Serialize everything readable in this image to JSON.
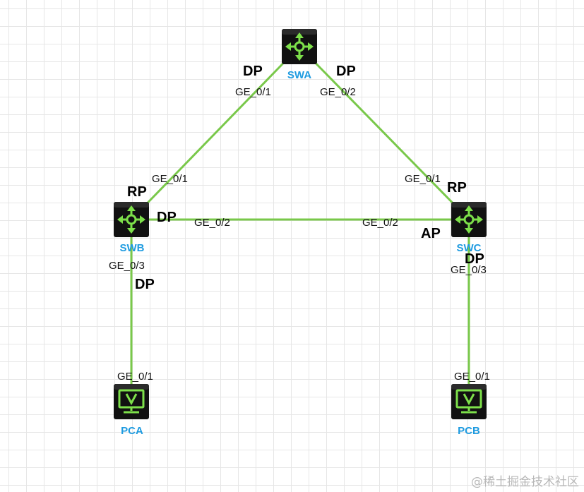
{
  "colors": {
    "link": "#79c84a",
    "device_name": "#1e9be0",
    "device_icon": "#7de04a",
    "device_body": "#111111"
  },
  "devices": {
    "swa": {
      "name": "SWA",
      "icon": "switch-icon"
    },
    "swb": {
      "name": "SWB",
      "icon": "switch-icon"
    },
    "swc": {
      "name": "SWC",
      "icon": "switch-icon"
    },
    "pca": {
      "name": "PCA",
      "icon": "pc-icon"
    },
    "pcb": {
      "name": "PCB",
      "icon": "pc-icon"
    }
  },
  "ports": {
    "swa_ge01": "GE_0/1",
    "swa_ge02": "GE_0/2",
    "swb_ge01": "GE_0/1",
    "swb_ge02": "GE_0/2",
    "swb_ge03": "GE_0/3",
    "swc_ge01": "GE_0/1",
    "swc_ge02": "GE_0/2",
    "swc_ge03": "GE_0/3",
    "pca_ge01": "GE_0/1",
    "pcb_ge01": "GE_0/1"
  },
  "roles": {
    "swa_ge01": "DP",
    "swa_ge02": "DP",
    "swb_ge01": "RP",
    "swb_ge02": "DP",
    "swb_ge03": "DP",
    "swc_ge01": "RP",
    "swc_ge02": "AP",
    "swc_ge03": "DP"
  },
  "watermark": "@稀土掘金技术社区"
}
